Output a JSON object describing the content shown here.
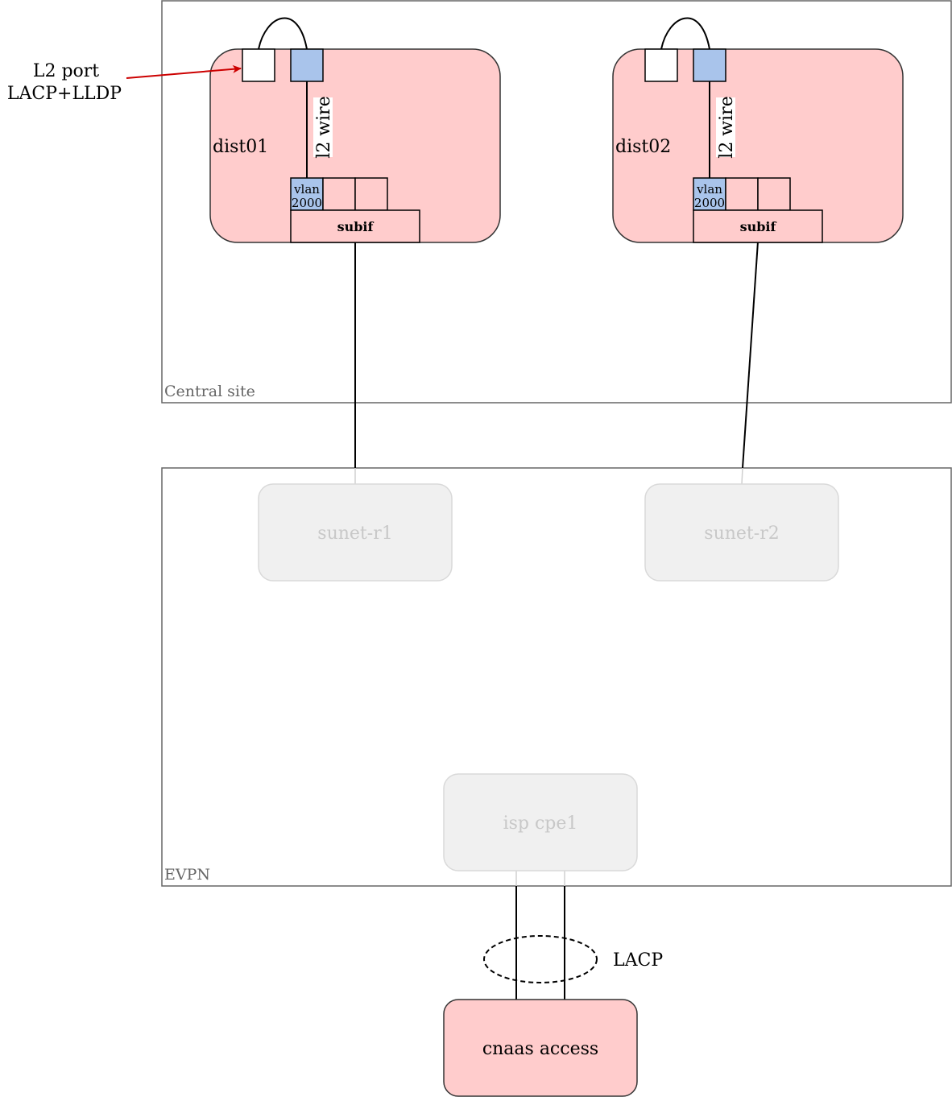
{
  "containers": {
    "central": {
      "label": "Central site"
    },
    "evpn": {
      "label": "EVPN"
    }
  },
  "devices": {
    "dist01": {
      "label": "dist01",
      "vlan_label": [
        "vlan",
        "2000"
      ],
      "subif_label": "subif",
      "wire_label": "l2 wire"
    },
    "dist02": {
      "label": "dist02",
      "vlan_label": [
        "vlan",
        "2000"
      ],
      "subif_label": "subif",
      "wire_label": "l2 wire"
    },
    "sunet_r1": {
      "label": "sunet-r1"
    },
    "sunet_r2": {
      "label": "sunet-r2"
    },
    "isp_cpe1": {
      "label": "isp cpe1"
    },
    "cnaas_access": {
      "label": "cnaas access"
    }
  },
  "annotations": {
    "l2_port": [
      "L2 port",
      "LACP+LLDP"
    ],
    "lacp": "LACP"
  },
  "colors": {
    "device_fill": "#ffcccc",
    "port_blue": "#a9c4eb",
    "ghost_fill": "#f0f0f0",
    "ghost_stroke": "#d9d9d9",
    "arrow": "#cc0000"
  }
}
